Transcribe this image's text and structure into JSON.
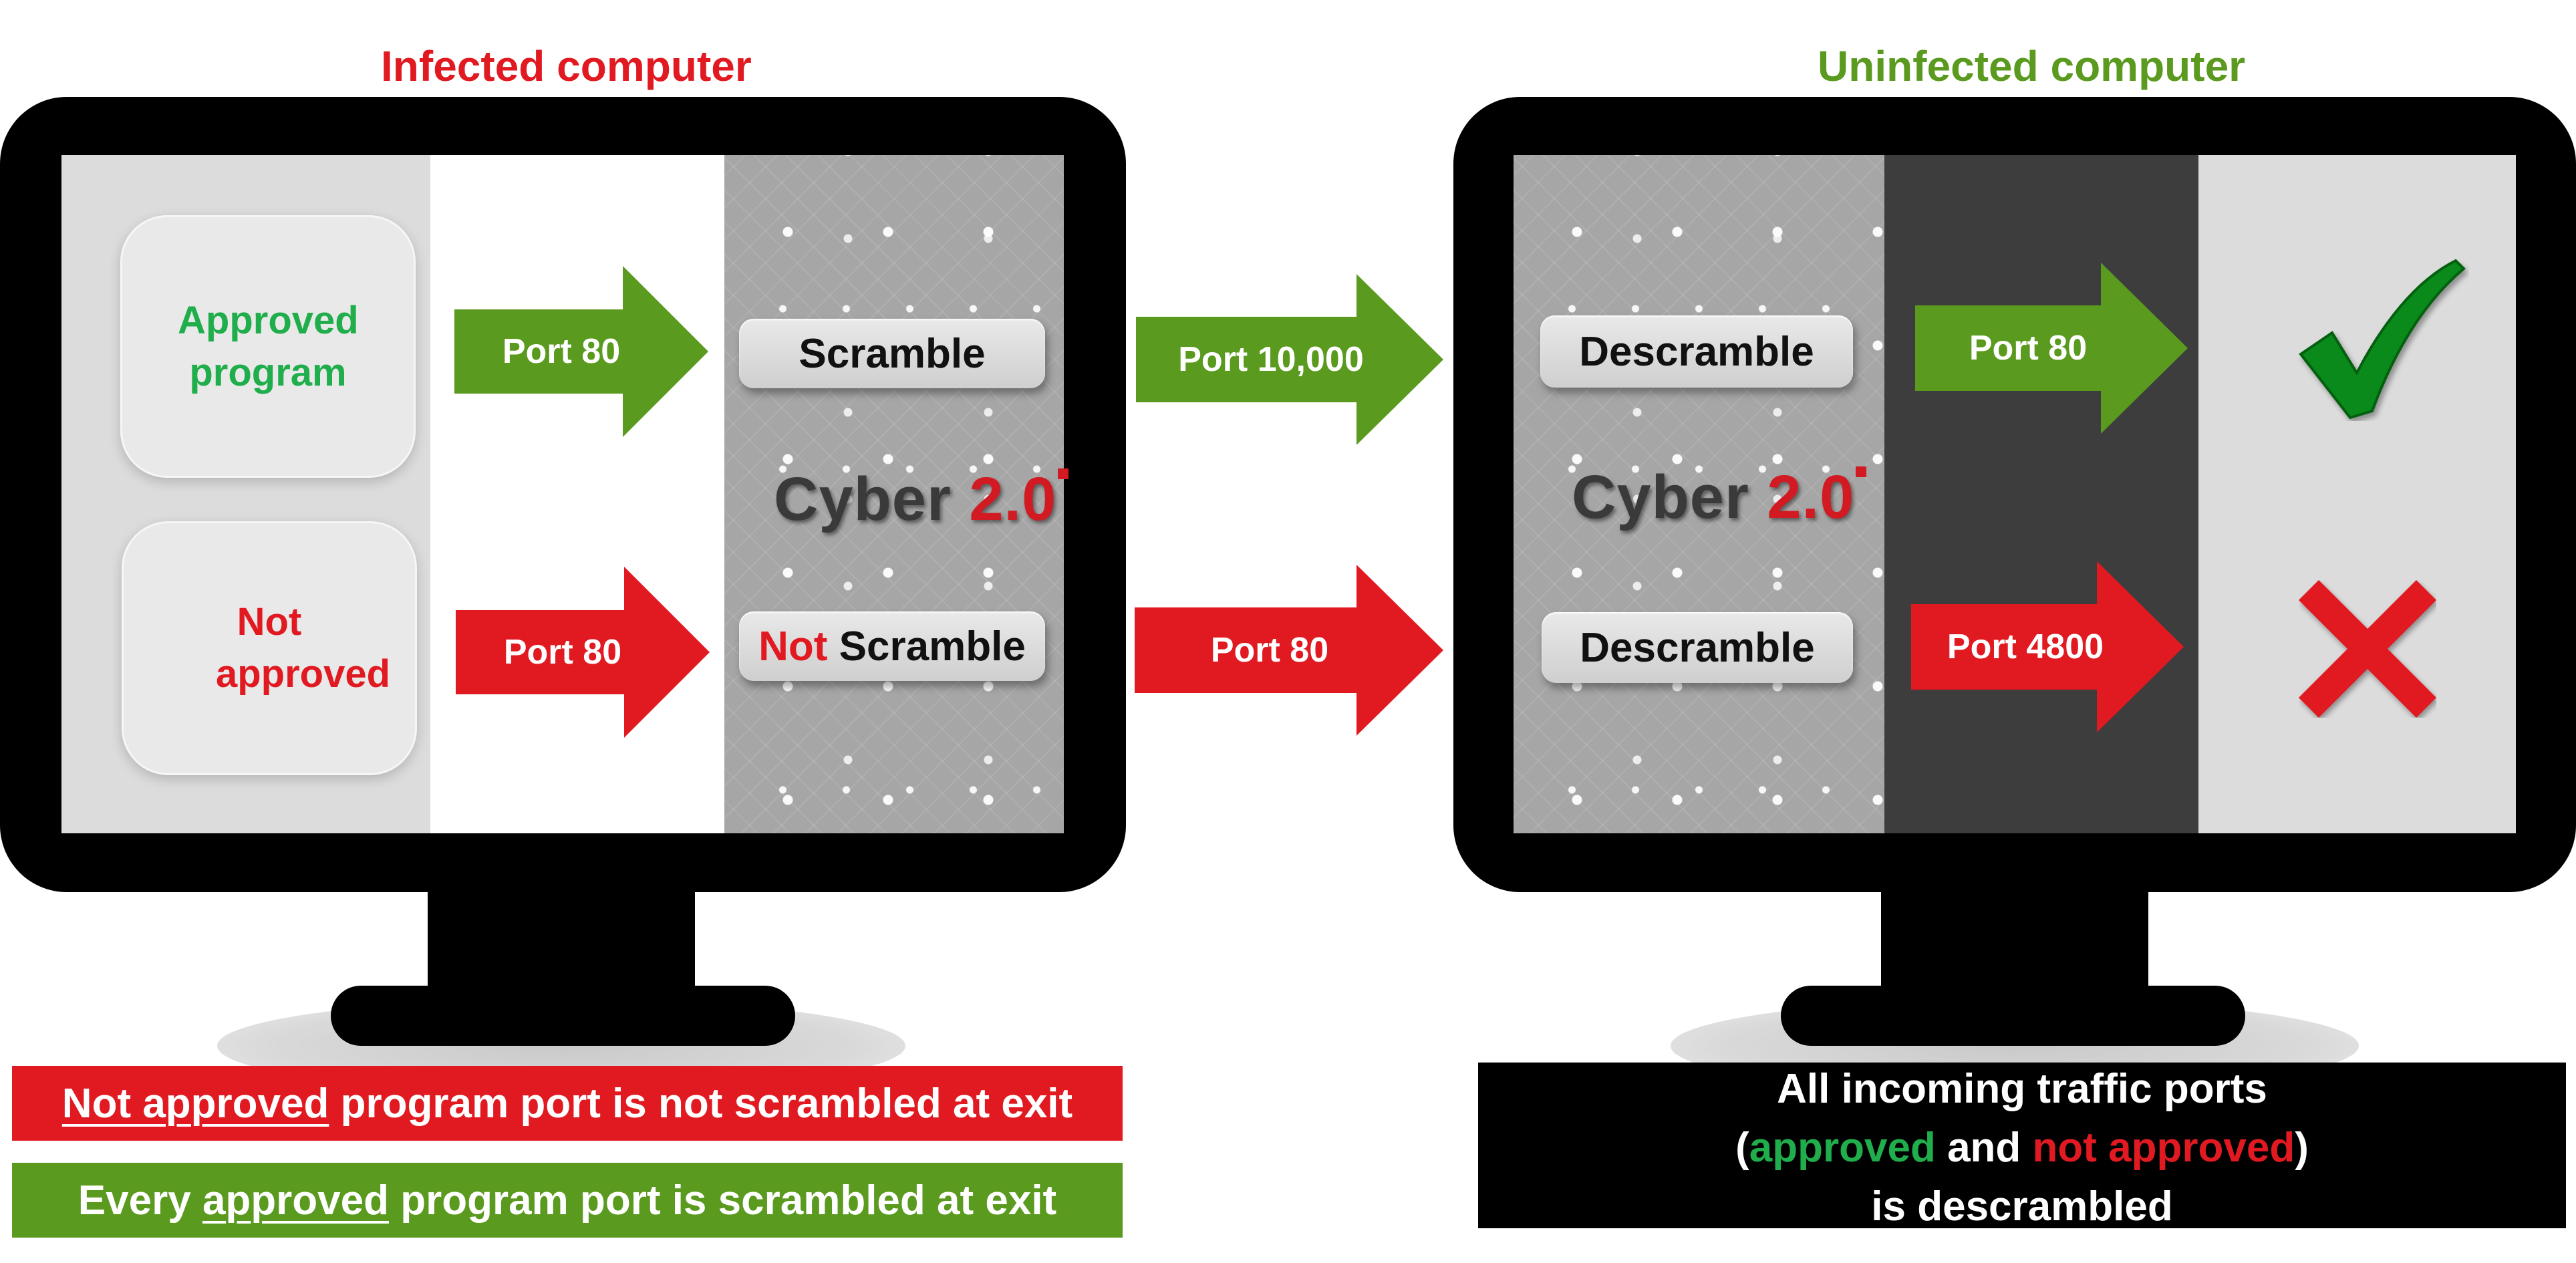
{
  "left_monitor": {
    "title": "Infected computer",
    "approved_box": "Approved program",
    "not_approved_box": "Not approved",
    "arrow_top": "Port 80",
    "arrow_bottom": "Port 80",
    "pill_top": "Scramble",
    "pill_bottom_red": "Not",
    "pill_bottom_rest": " Scramble",
    "logo_text": "Cyber ",
    "logo_num": "2.0"
  },
  "middle_arrows": {
    "top": "Port 10,000",
    "bottom": "Port 80"
  },
  "right_monitor": {
    "title": "Uninfected computer",
    "pill_top": "Descramble",
    "pill_bottom": "Descramble",
    "arrow_top": "Port 80",
    "arrow_bottom": "Port 4800",
    "logo_text": "Cyber ",
    "logo_num": "2.0",
    "top_result_icon": "checkmark-icon",
    "bottom_result_icon": "x-icon"
  },
  "banners": {
    "red_underlined": "Not approved",
    "red_rest": " program port is not scrambled at exit",
    "green_start": "Every ",
    "green_underlined": "approved",
    "green_rest": " program port is scrambled at exit"
  },
  "info_box": {
    "line1": "All incoming traffic ports",
    "line2_open": "(",
    "line2_approved": "approved",
    "line2_and": " and ",
    "line2_not_approved": "not approved",
    "line2_close": ")",
    "line3": "is descrambled"
  },
  "colors": {
    "red": "#e11a22",
    "green_arrow": "#5a9a1e",
    "green_text": "#1fae4b",
    "dark_panel": "#3d3d3d"
  }
}
